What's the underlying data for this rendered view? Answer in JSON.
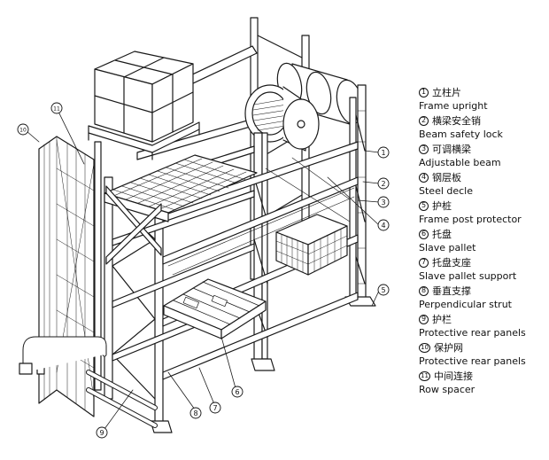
{
  "legend": [
    {
      "num": "1",
      "zh": "立柱片",
      "en": "Frame upright"
    },
    {
      "num": "2",
      "zh": "横梁安全销",
      "en": "Beam safety lock"
    },
    {
      "num": "3",
      "zh": "可调横梁",
      "en": "Adjustable beam"
    },
    {
      "num": "4",
      "zh": "钢层板",
      "en": "Steel decle"
    },
    {
      "num": "5",
      "zh": "护桩",
      "en": "Frame post protector"
    },
    {
      "num": "6",
      "zh": "托盘",
      "en": "Slave pallet"
    },
    {
      "num": "7",
      "zh": "托盘支座",
      "en": "Slave pallet support"
    },
    {
      "num": "8",
      "zh": "垂直支撑",
      "en": "Perpendicular strut"
    },
    {
      "num": "9",
      "zh": "护栏",
      "en": "Protective rear panels"
    },
    {
      "num": "10",
      "zh": "保护网",
      "en": "Protective rear panels"
    },
    {
      "num": "11",
      "zh": "中间连接",
      "en": "Row spacer"
    }
  ],
  "callouts": [
    "1",
    "2",
    "3",
    "4",
    "5",
    "6",
    "7",
    "8",
    "9",
    "10",
    "11"
  ]
}
